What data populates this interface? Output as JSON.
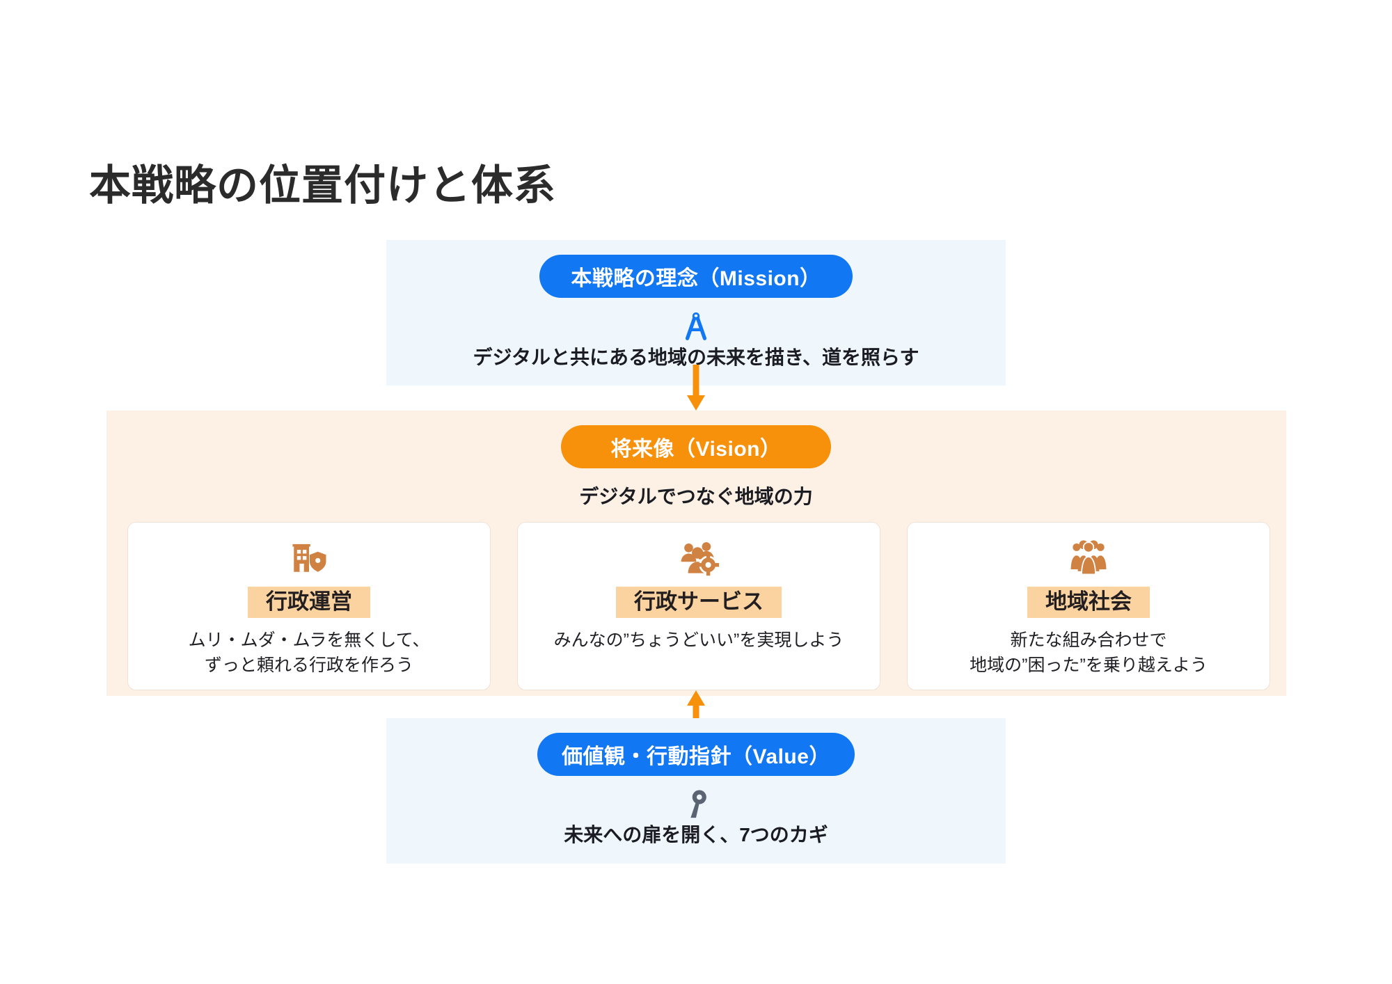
{
  "page": {
    "title": "本戦略の位置付けと体系",
    "background": "#ffffff"
  },
  "colors": {
    "blue_pill": "#1277f2",
    "orange_pill": "#f7900a",
    "blue_panel": "#eff7fd",
    "orange_panel": "#fdf0e4",
    "card_label_bg": "#fbd3a0",
    "card_icon": "#d08242",
    "arrow": "#f7900a",
    "key_icon": "#5a6472",
    "compass_icon": "#1277f2"
  },
  "mission": {
    "pill_label": "本戦略の理念（Mission）",
    "icon": "compass-icon",
    "caption": "デジタルと共にある地域の未来を描き、道を照らす"
  },
  "vision": {
    "pill_label": "将来像（Vision）",
    "caption": "デジタルでつなぐ地域の力",
    "cards": [
      {
        "icon": "building-shield-icon",
        "label": "行政運営",
        "desc": "ムリ・ムダ・ムラを無くして、\nずっと頼れる行政を作ろう"
      },
      {
        "icon": "people-gear-icon",
        "label": "行政サービス",
        "desc": "みんなの”ちょうどいい”を実現しよう"
      },
      {
        "icon": "people-group-icon",
        "label": "地域社会",
        "desc": "新たな組み合わせで\n地域の”困った”を乗り越えよう"
      }
    ]
  },
  "value": {
    "pill_label": "価値観・行動指針（Value）",
    "icon": "key-icon",
    "caption": "未来への扉を開く、7つのカギ"
  },
  "arrows": [
    {
      "name": "mission-to-vision-arrow",
      "direction": "down"
    },
    {
      "name": "value-to-vision-arrow",
      "direction": "up"
    }
  ]
}
